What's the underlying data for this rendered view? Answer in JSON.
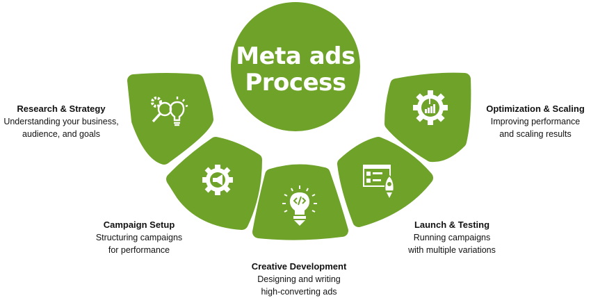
{
  "center": {
    "line1": "Meta ads",
    "line2": "Process"
  },
  "colors": {
    "accent": "#6fa228"
  },
  "steps": [
    {
      "title": "Research & Strategy",
      "line1": "Understanding your business,",
      "line2": "audience, and goals",
      "icon": "gear-bulb-magnifier-icon"
    },
    {
      "title": "Campaign Setup",
      "line1": "Structuring campaigns",
      "line2": "for performance",
      "icon": "gear-megaphone-icon"
    },
    {
      "title": "Creative Development",
      "line1": "Designing and writing",
      "line2": "high-converting ads",
      "icon": "code-bulb-icon"
    },
    {
      "title": "Launch & Testing",
      "line1": "Running campaigns",
      "line2": "with multiple variations",
      "icon": "checklist-rocket-icon"
    },
    {
      "title": "Optimization & Scaling",
      "line1": "Improving performance",
      "line2": "and scaling results",
      "icon": "gear-chart-icon"
    }
  ]
}
